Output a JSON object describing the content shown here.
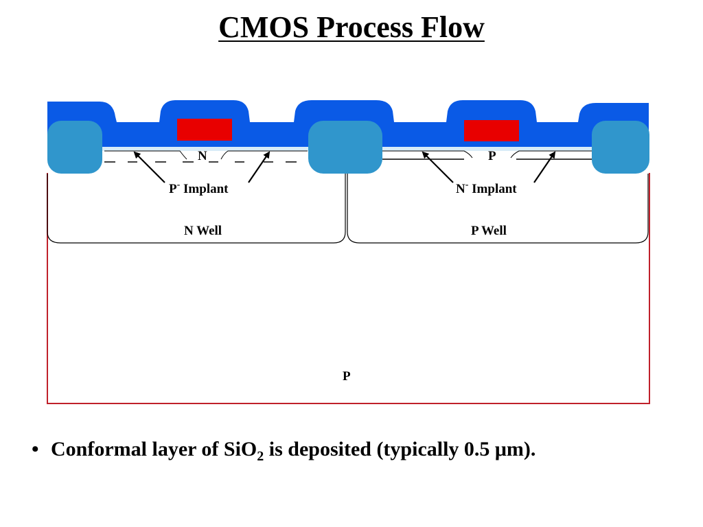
{
  "slide": {
    "title": "CMOS Process Flow"
  },
  "diagram": {
    "labels": {
      "n_region": "N",
      "p_region": "P",
      "p_implant_base": "P",
      "p_implant_sup": "-",
      "p_implant_rest": " Implant",
      "n_implant_base": "N",
      "n_implant_sup": "-",
      "n_implant_rest": " Implant",
      "n_well": "N Well",
      "p_well": "P Well",
      "substrate": "P"
    },
    "colors": {
      "oxide_conformal": "#0a5ae6",
      "field_oxide": "#3096cc",
      "polysilicon_gate": "#e80000",
      "substrate_border": "#c0202a",
      "gate_oxide": "#d8ecf8"
    }
  },
  "bullet": {
    "symbol": "•",
    "text_before": "Conformal layer of SiO",
    "subscript": "2",
    "text_after": " is deposited (typically 0.5 μm)."
  }
}
